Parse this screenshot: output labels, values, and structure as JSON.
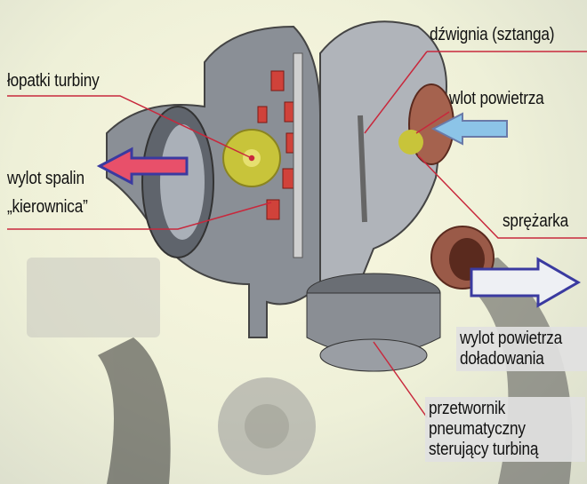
{
  "labels": {
    "turbine_blades": "łopatki turbiny",
    "lever": "dźwignia (sztanga)",
    "air_inlet": "wlot powietrza",
    "exhaust_outlet": "wylot spalin",
    "guide_vanes": "„kierownica”",
    "compressor": "sprężarka",
    "boost_air_outlet": [
      "wylot powietrza",
      "doładowania"
    ],
    "actuator": [
      "przetwornik",
      "pneumatyczny",
      "sterujący turbiną"
    ]
  },
  "colors": {
    "leader_line": "#c8283c",
    "exhaust_arrow": "#e8506a",
    "inlet_arrow": "#8cc4e8",
    "arrow_outline": "#3a3aa0"
  }
}
